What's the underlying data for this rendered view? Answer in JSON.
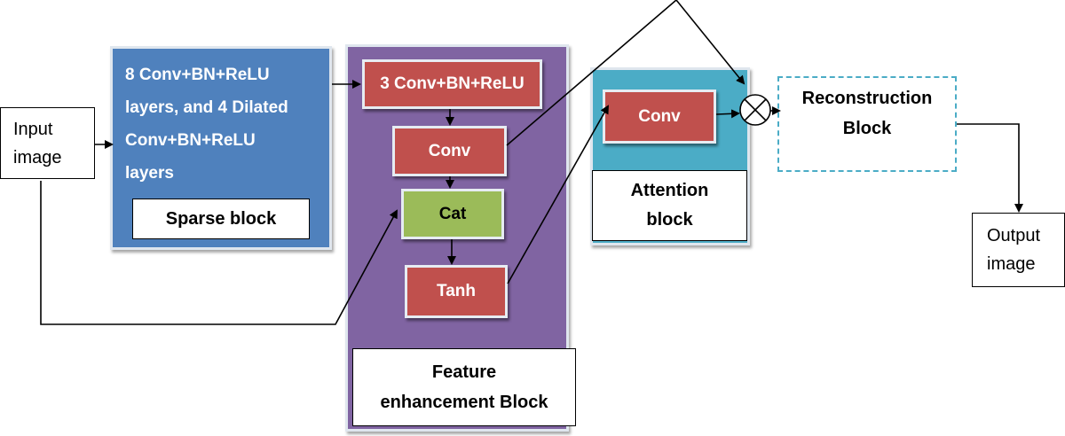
{
  "input": {
    "label": "Input\nimage"
  },
  "output": {
    "label": "Output\nimage"
  },
  "sparse": {
    "description": "8 Conv+BN+ReLU\nlayers, and 4 Dilated\nConv+BN+ReLU\nlayers",
    "label": "Sparse block",
    "color": "#4f81bd"
  },
  "feature_enhancement": {
    "label": "Feature\nenhancement Block",
    "color": "#8064a2",
    "blocks": {
      "conv3": "3 Conv+BN+ReLU",
      "conv": "Conv",
      "cat": "Cat",
      "tanh": "Tanh"
    },
    "block_color": "#c0504d",
    "cat_color": "#9bbb59"
  },
  "attention": {
    "label": "Attention\nblock",
    "conv": "Conv",
    "color": "#4bacc6"
  },
  "reconstruction": {
    "label": "Reconstruction\nBlock"
  },
  "multiply_symbol": "⊗"
}
